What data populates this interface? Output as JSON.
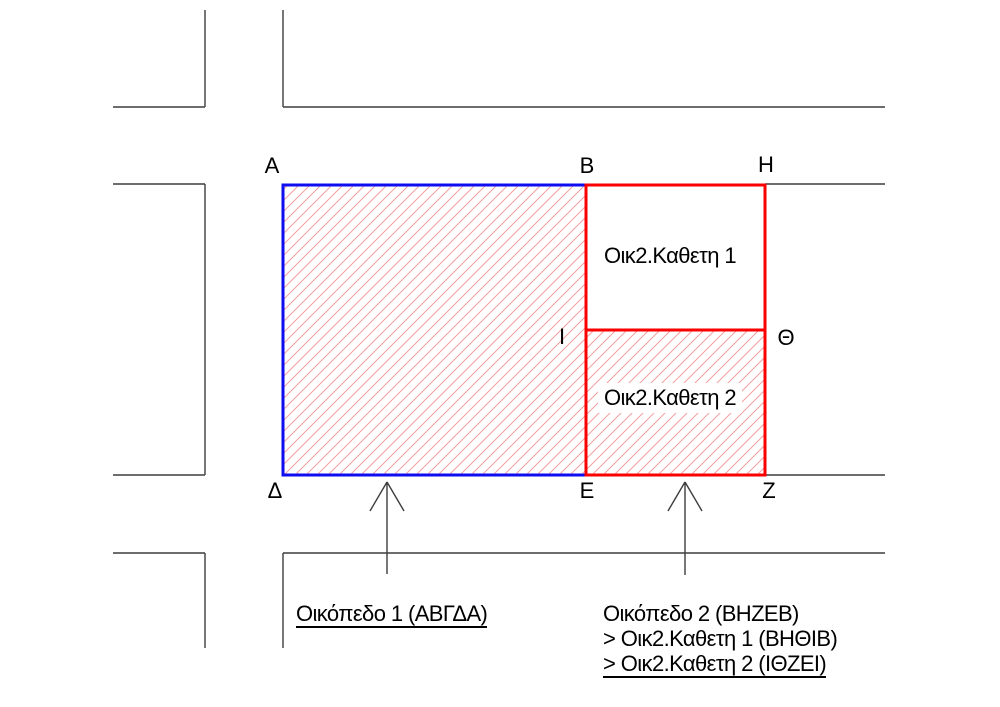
{
  "diagram": {
    "vertices": {
      "alpha": "Α",
      "beta": "Β",
      "eta": "Η",
      "iota": "Ι",
      "theta": "Θ",
      "delta": "Δ",
      "epsilon": "Ε",
      "zeta": "Ζ"
    },
    "plots": {
      "vertical1_label": "Οικ2.Καθετη 1",
      "vertical2_label": "Οικ2.Καθετη 2"
    },
    "annotations": {
      "plot1": "Οικόπεδο 1 (ΑΒΓΔΑ)",
      "plot2_line1": "Οικόπεδο 2 (ΒΗΖΕΒ)",
      "plot2_line2": "> Οικ2.Καθετη 1 (ΒΗΘΙΒ)",
      "plot2_line3": "> Οικ2.Καθετη 2 (ΙΘΖΕΙ)"
    },
    "colors": {
      "plot1_border": "#0d0df0",
      "plot2_border": "#fb0000",
      "hatch_line": "#f4a0a0",
      "street_line": "#3d3d3d"
    }
  }
}
